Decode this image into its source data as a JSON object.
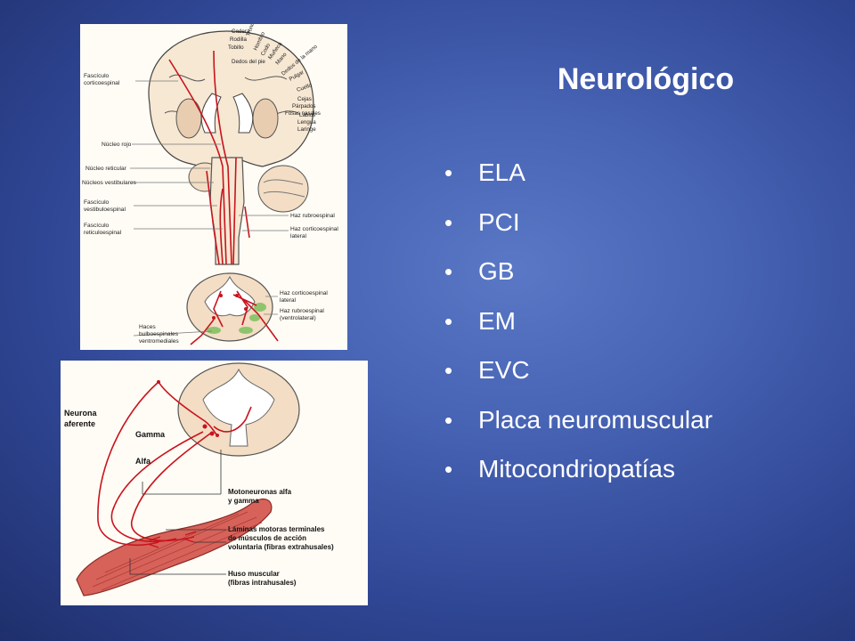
{
  "slide": {
    "title": "Neurológico",
    "bullets": [
      "ELA",
      "PCI",
      "GB",
      "EM",
      "EVC",
      "Placa neuromuscular",
      "Mitocondriopatías"
    ]
  },
  "figure_top": {
    "labels": {
      "fasciculo_corticoespinal": [
        "Fascículo",
        "corticoespinal"
      ],
      "nucleo_rojo": "Núcleo rojo",
      "nucleo_reticular": "Núcleo reticular",
      "nucleos_vestibulares": "Núcleos vestibulares",
      "fasciculo_vestibuloespinal": [
        "Fascículo",
        "vestibuloespinal"
      ],
      "fasciculo_reticuloespinal": [
        "Fascículo",
        "reticuloespinal"
      ],
      "haz_rubroespinal": "Haz rubroespinal",
      "haz_corticoespinal_lateral": [
        "Haz corticoespinal",
        "lateral"
      ],
      "haz_corticoespinal_lateral_2": [
        "Haz corticoespinal",
        "lateral"
      ],
      "haz_rubroespinal_ventrolateral": [
        "Haz rubroespinal",
        "(ventrolateral)"
      ],
      "haces_bulboespinales": [
        "Haces",
        "bulboespinales",
        "ventromediales"
      ]
    },
    "homunculus": [
      "Cadera",
      "Rodilla",
      "Tobillo",
      "Dedos del pie",
      "Tronco",
      "Hombro",
      "Codo",
      "Muñeca",
      "Mano",
      "Dedos de la mano",
      "Pulgar",
      "Cuello",
      "Cejas",
      "Párpados",
      "Fosas nasales",
      "Labios",
      "Lengua",
      "Laringe"
    ]
  },
  "figure_bottom": {
    "labels": {
      "neurona_aferente": [
        "Neurona",
        "aferente"
      ],
      "gamma": "Gamma",
      "alfa": "Alfa",
      "motoneuronas": [
        "Motoneuronas alfa",
        "y gamma"
      ],
      "laminas": [
        "Láminas motoras terminales",
        "de músculos de acción",
        "voluntaria (fibras extrahusales)"
      ],
      "huso": [
        "Huso muscular",
        "(fibras intrahusales)"
      ]
    }
  },
  "colors": {
    "nerve": "#c8141e",
    "tissue": "#f3ddc4",
    "outline": "#555555"
  }
}
